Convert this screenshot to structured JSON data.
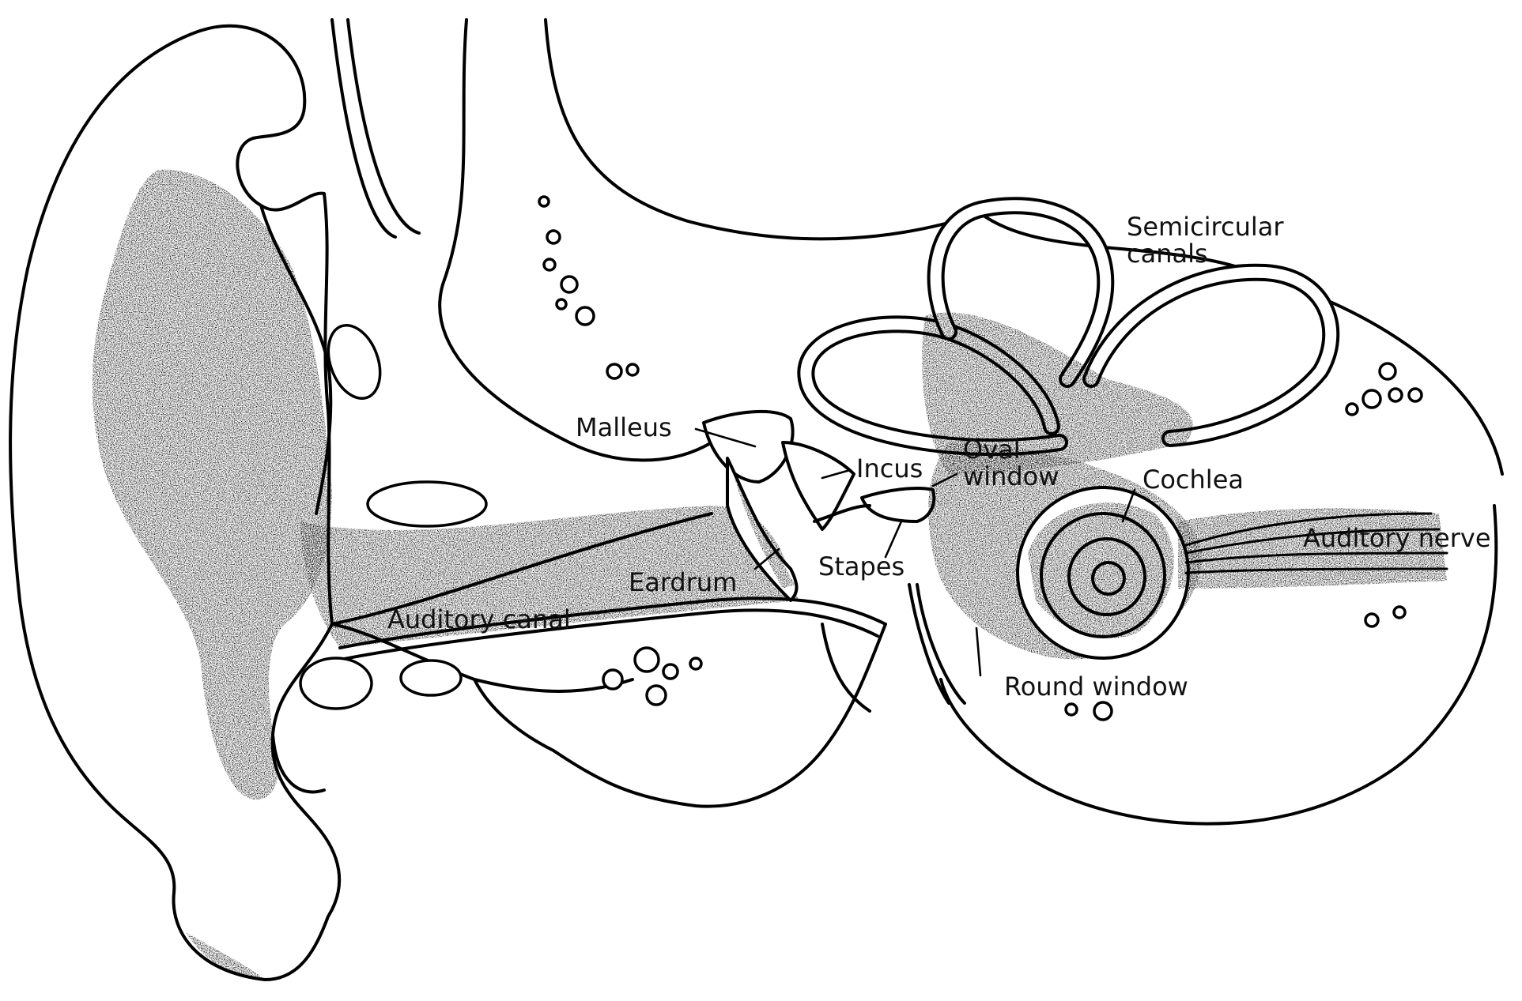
{
  "labels": {
    "semicircular_line1": "Semicircular",
    "semicircular_line2": "canals",
    "malleus": "Malleus",
    "incus": "Incus",
    "oval_line1": "Oval",
    "oval_line2": "window",
    "cochlea": "Cochlea",
    "auditory_nerve": "Auditory nerve",
    "stapes": "Stapes",
    "eardrum": "Eardrum",
    "auditory_canal": "Auditory canal",
    "round_window": "Round window"
  },
  "colors": {
    "ink": "#000000",
    "paper": "#ffffff"
  }
}
